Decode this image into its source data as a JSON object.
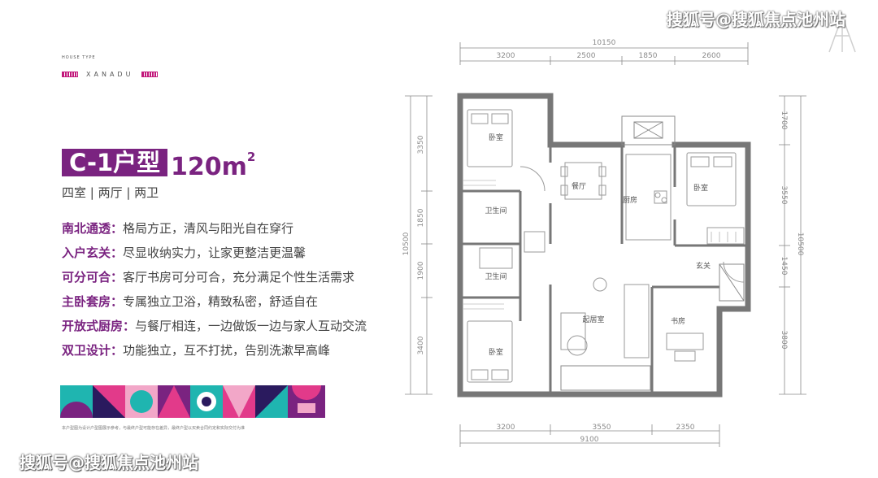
{
  "watermark": "搜狐号@搜狐焦点池州站",
  "house_type_label": "HOUSE TYPE",
  "brand": "XANADU",
  "unit_type": "C-1户型",
  "area": "120m",
  "area_sup": "2",
  "rooms": "四室 | 两厅 | 两卫",
  "features": [
    {
      "key": "南北通透：",
      "value": "格局方正，清风与阳光自在穿行"
    },
    {
      "key": "入户玄关：",
      "value": "尽显收纳实力，让家更整洁更温馨"
    },
    {
      "key": "可分可合：",
      "value": "客厅书房可分可合，充分满足个性生活需求"
    },
    {
      "key": "主卧套房：",
      "value": "专属独立卫浴，精致私密，舒适自在"
    },
    {
      "key": "开放式厨房：",
      "value": "与餐厅相连，一边做饭一边与家人互动交流"
    },
    {
      "key": "双卫设计：",
      "value": "功能独立，互不打扰，告别洗漱早高峰"
    }
  ],
  "disclaimer": "本户型图为设计户型图展示参考，与最终户型可能存在差异，最终户型以买卖合同约定和实际交付为准",
  "plan": {
    "top_total": "10150",
    "top_dims": [
      "3200",
      "2500",
      "1850",
      "2600"
    ],
    "bottom_dims": [
      "3200",
      "3550",
      "2350"
    ],
    "bottom_total": "9100",
    "left_dims": [
      "3350",
      "1850",
      "1900",
      "3400"
    ],
    "left_total": "10500",
    "right_dims": [
      "1700",
      "3550",
      "1450",
      "3800"
    ],
    "right_total": "10500",
    "rooms": {
      "bedroom_nw": "卧室",
      "dining": "餐厅",
      "kitchen": "厨房",
      "bedroom_ne": "卧室",
      "bath1": "卫生间",
      "bath2": "卫生间",
      "foyer": "玄关",
      "living": "起居室",
      "study": "书房",
      "bedroom_sw": "卧室"
    }
  },
  "colors": {
    "accent": "#7a2380",
    "wall": "#777777",
    "dim": "#8a8a8a"
  }
}
